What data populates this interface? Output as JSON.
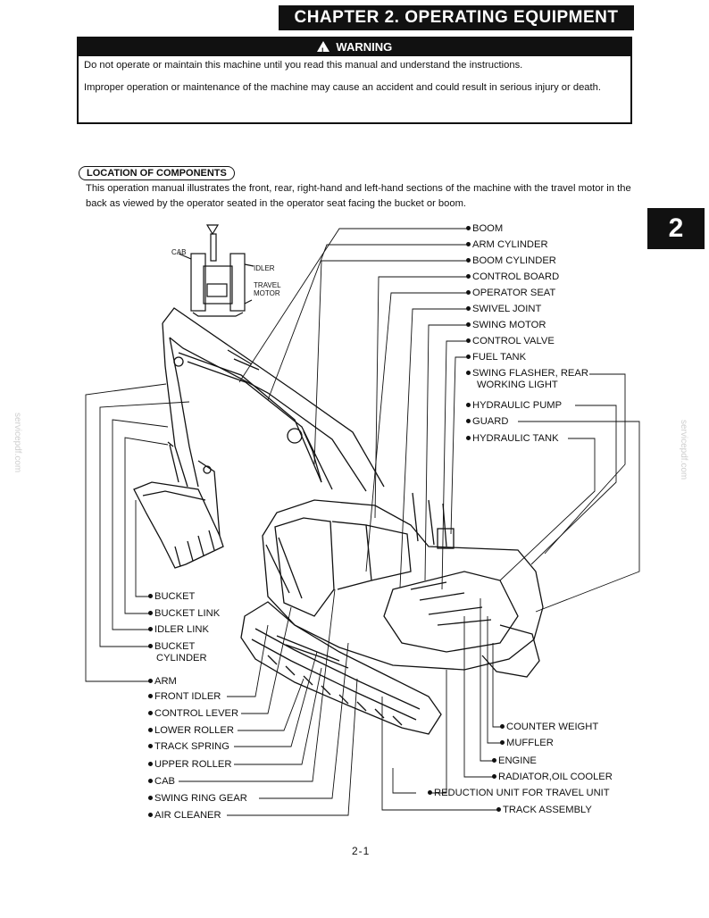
{
  "header": {
    "chapter_title": "CHAPTER 2. OPERATING EQUIPMENT"
  },
  "warning": {
    "title": "WARNING",
    "lines": [
      "Do not operate or maintain this machine until you read this manual and understand the instructions.",
      "Improper operation or maintenance of the machine may cause an accident and could result in serious injury or death."
    ]
  },
  "section": {
    "heading": "LOCATION OF COMPONENTS",
    "intro": "This operation manual illustrates the front, rear, right-hand and left-hand sections of the machine with the travel motor in the back as viewed by the operator seated in the operator seat facing the bucket or boom."
  },
  "chapter_tab": "2",
  "inset_labels": {
    "cab": "CAB",
    "idler": "IDLER",
    "travel_motor_1": "TRAVEL",
    "travel_motor_2": "MOTOR"
  },
  "components": {
    "boom": "BOOM",
    "arm_cylinder": "ARM CYLINDER",
    "boom_cylinder": "BOOM CYLINDER",
    "control_board": "CONTROL BOARD",
    "operator_seat": "OPERATOR SEAT",
    "swivel_joint": "SWIVEL JOINT",
    "swing_motor": "SWING MOTOR",
    "control_valve": "CONTROL VALVE",
    "fuel_tank": "FUEL TANK",
    "swing_flasher_1": "SWING FLASHER, REAR",
    "swing_flasher_2": "WORKING LIGHT",
    "hydraulic_pump": "HYDRAULIC PUMP",
    "guard": "GUARD",
    "hydraulic_tank": "HYDRAULIC TANK",
    "bucket": "BUCKET",
    "bucket_link": "BUCKET LINK",
    "idler_link": "IDLER LINK",
    "bucket_cylinder_1": "BUCKET",
    "bucket_cylinder_2": "CYLINDER",
    "arm": "ARM",
    "front_idler": "FRONT IDLER",
    "control_lever": "CONTROL LEVER",
    "lower_roller": "LOWER ROLLER",
    "track_spring": "TRACK SPRING",
    "upper_roller": "UPPER ROLLER",
    "cab": "CAB",
    "swing_ring_gear": "SWING RING GEAR",
    "air_cleaner": "AIR CLEANER",
    "counter_weight": "COUNTER WEIGHT",
    "muffler": "MUFFLER",
    "engine": "ENGINE",
    "radiator": "RADIATOR,OIL COOLER",
    "reduction_unit": "REDUCTION UNIT FOR TRAVEL UNIT",
    "track_assembly": "TRACK ASSEMBLY"
  },
  "footer": {
    "page_number": "2-1",
    "watermark": "servicepdf.com"
  }
}
